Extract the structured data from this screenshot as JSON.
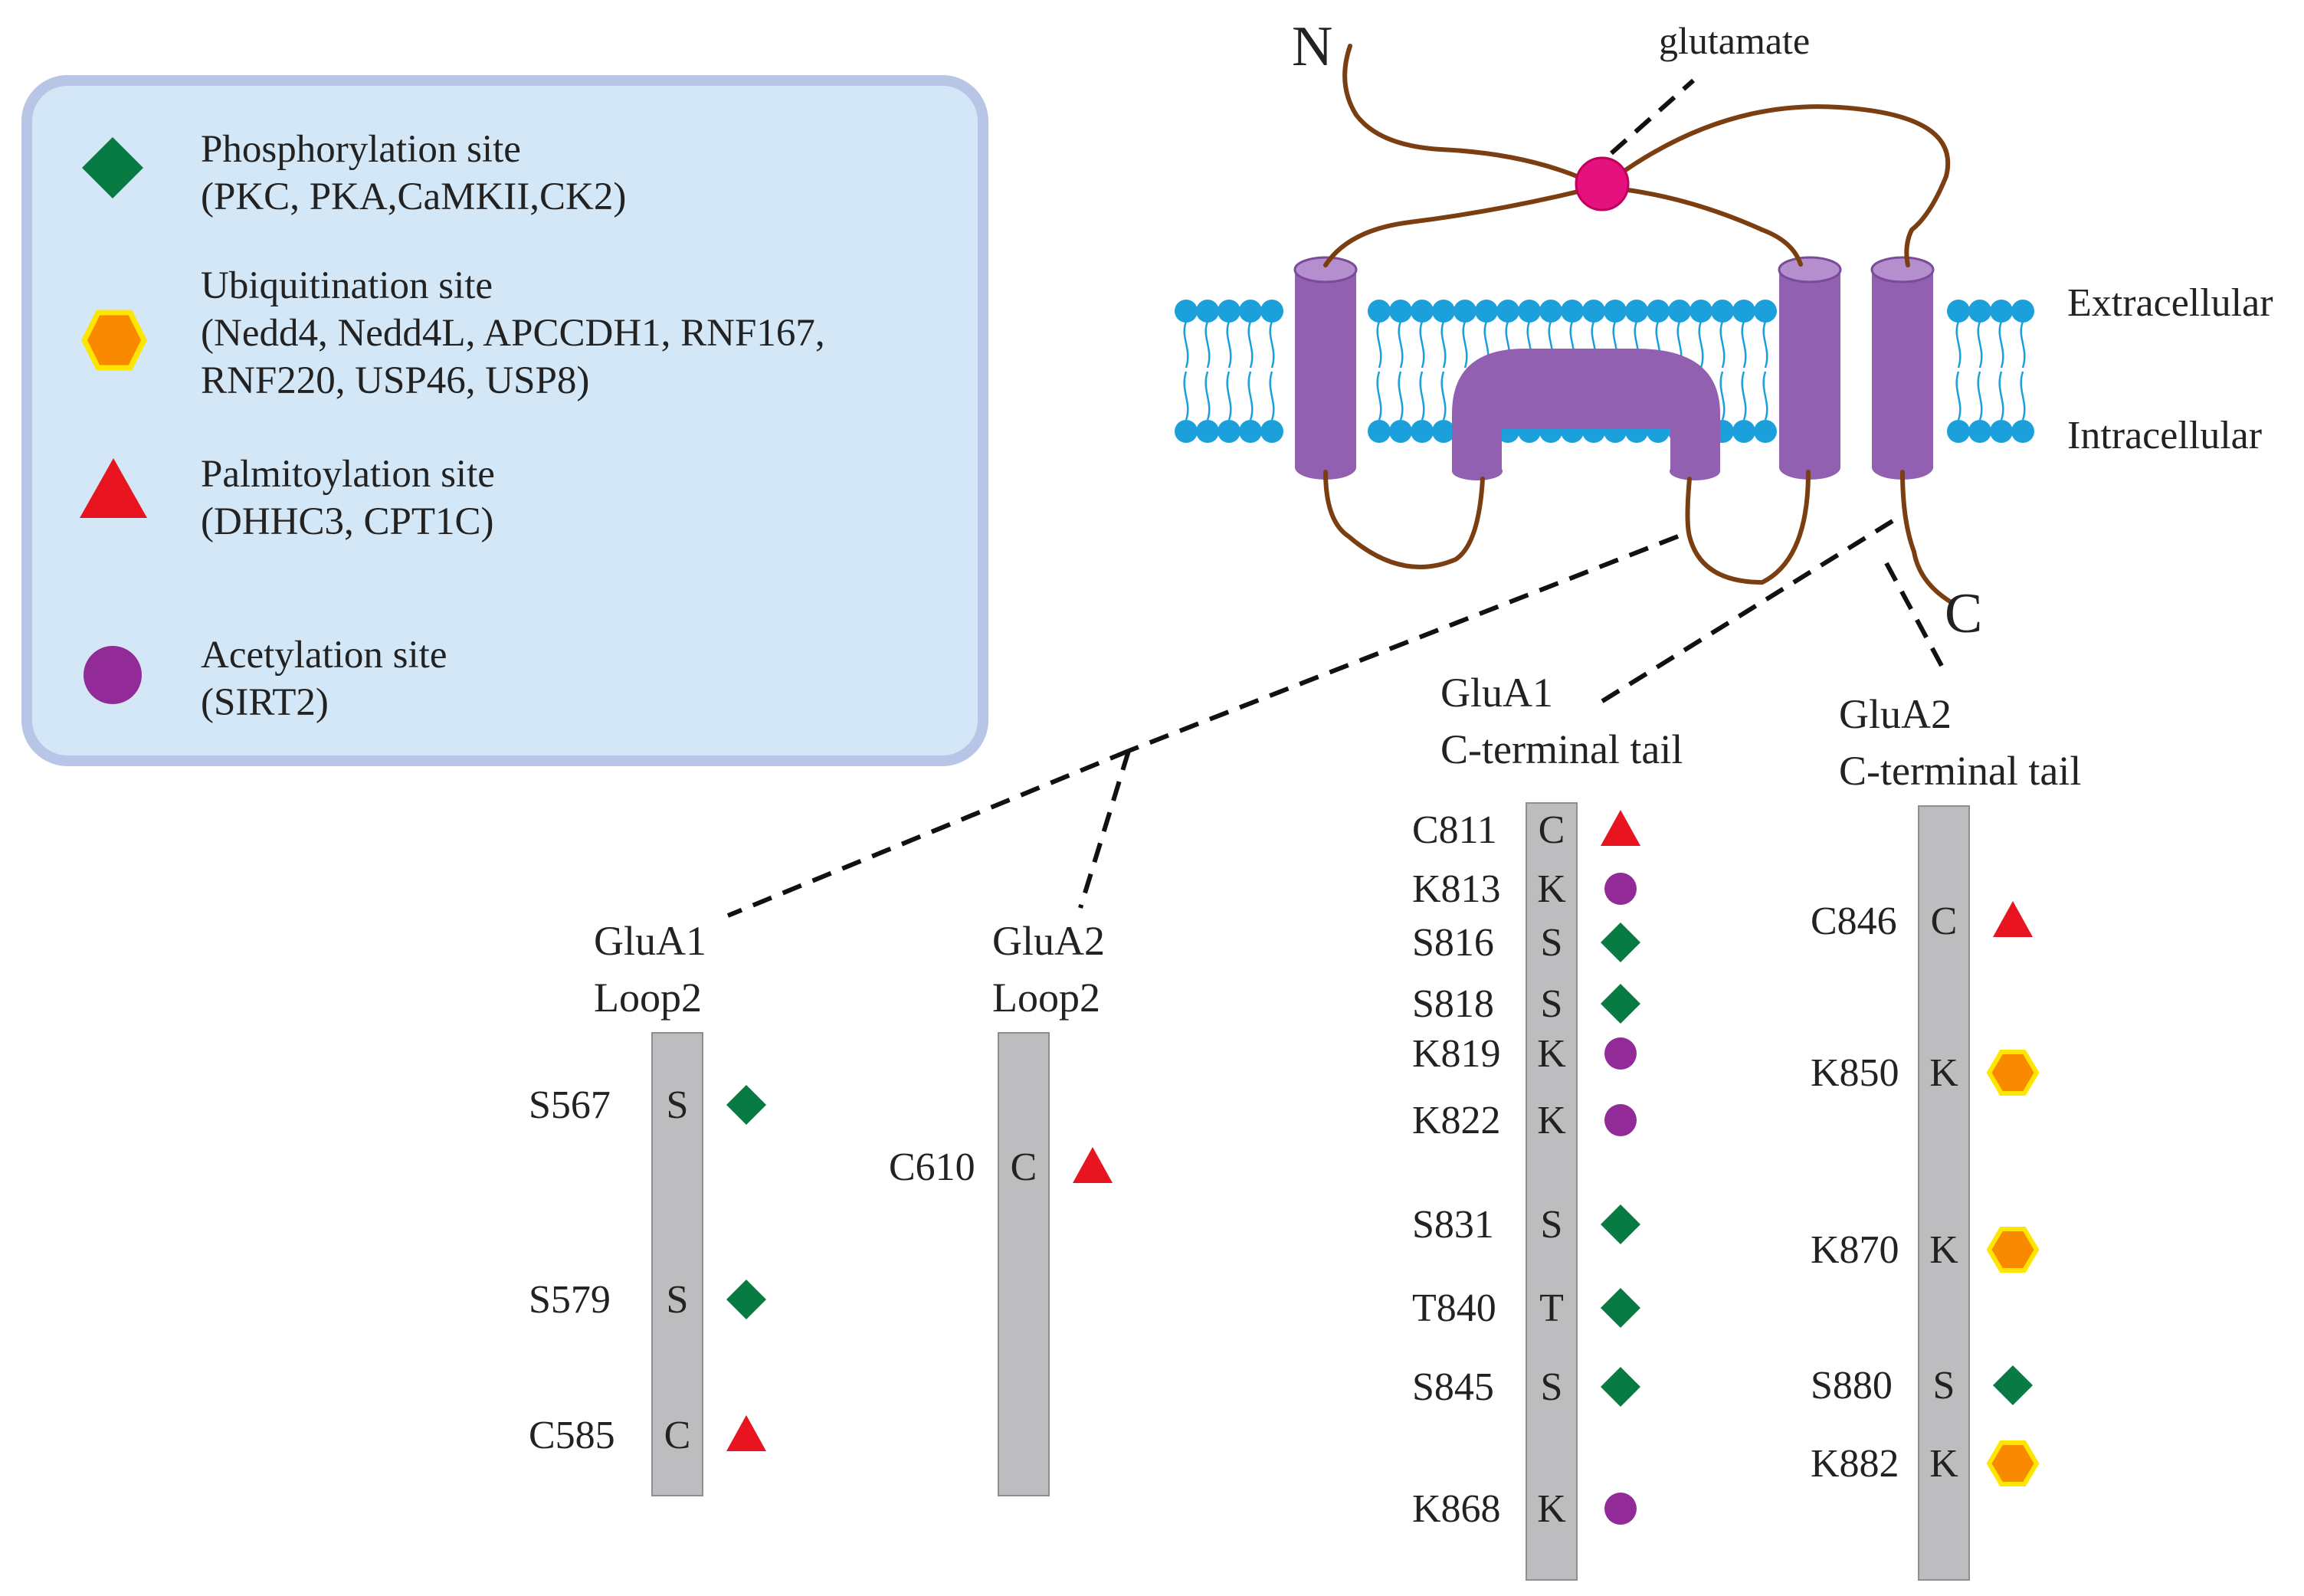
{
  "legend": {
    "items": [
      {
        "symbol": "diamond",
        "color": "#087a44",
        "title": "Phosphorylation site",
        "detail_lines": [
          "(PKC, PKA,CaMKII,CK2)"
        ]
      },
      {
        "symbol": "hexagon",
        "color": "#f98a00",
        "border": "#ffe600",
        "title": "Ubiquitination site",
        "detail_lines": [
          "(Nedd4,  Nedd4L, APCCDH1, RNF167,",
          "RNF220, USP46, USP8)"
        ]
      },
      {
        "symbol": "triangle",
        "color": "#e8141f",
        "title": "Palmitoylation site",
        "detail_lines": [
          "(DHHC3, CPT1C)"
        ]
      },
      {
        "symbol": "circle",
        "color": "#922b97",
        "title": "Acetylation site",
        "detail_lines": [
          "(SIRT2)"
        ]
      }
    ]
  },
  "receptor": {
    "n_label": "N",
    "c_label": "C",
    "ligand_label": "glutamate",
    "extracellular_label": "Extracellular",
    "intracellular_label": "Intracellular",
    "colors": {
      "membrane_head": "#1ca0dc",
      "helix": "#9160b0",
      "chain": "#7a3e10",
      "ligand": "#e5127d"
    }
  },
  "tails": [
    {
      "id": "glua1-loop2",
      "title_lines": [
        "GluA1",
        "Loop2"
      ],
      "sites": [
        {
          "residue": "S",
          "label": "S567",
          "mark": "diamond"
        },
        {
          "residue": "S",
          "label": "S579",
          "mark": "diamond"
        },
        {
          "residue": "C",
          "label": "C585",
          "mark": "triangle"
        }
      ]
    },
    {
      "id": "glua2-loop2",
      "title_lines": [
        "GluA2",
        "Loop2"
      ],
      "sites": [
        {
          "residue": "C",
          "label": "C610",
          "mark": "triangle"
        }
      ]
    },
    {
      "id": "glua1-ctail",
      "title_lines": [
        "GluA1",
        "C-terminal tail"
      ],
      "sites": [
        {
          "residue": "C",
          "label": "C811",
          "mark": "triangle"
        },
        {
          "residue": "K",
          "label": "K813",
          "mark": "circle"
        },
        {
          "residue": "S",
          "label": "S816",
          "mark": "diamond"
        },
        {
          "residue": "S",
          "label": "S818",
          "mark": "diamond"
        },
        {
          "residue": "K",
          "label": "K819",
          "mark": "circle"
        },
        {
          "residue": "K",
          "label": "K822",
          "mark": "circle"
        },
        {
          "residue": "S",
          "label": "S831",
          "mark": "diamond"
        },
        {
          "residue": "T",
          "label": "T840",
          "mark": "diamond"
        },
        {
          "residue": "S",
          "label": "S845",
          "mark": "diamond"
        },
        {
          "residue": "K",
          "label": "K868",
          "mark": "circle"
        }
      ]
    },
    {
      "id": "glua2-ctail",
      "title_lines": [
        "GluA2",
        "C-terminal tail"
      ],
      "sites": [
        {
          "residue": "C",
          "label": "C846",
          "mark": "triangle"
        },
        {
          "residue": "K",
          "label": "K850",
          "mark": "hexagon"
        },
        {
          "residue": "K",
          "label": "K870",
          "mark": "hexagon"
        },
        {
          "residue": "S",
          "label": "S880",
          "mark": "diamond"
        },
        {
          "residue": "K",
          "label": "K882",
          "mark": "hexagon"
        }
      ]
    }
  ]
}
